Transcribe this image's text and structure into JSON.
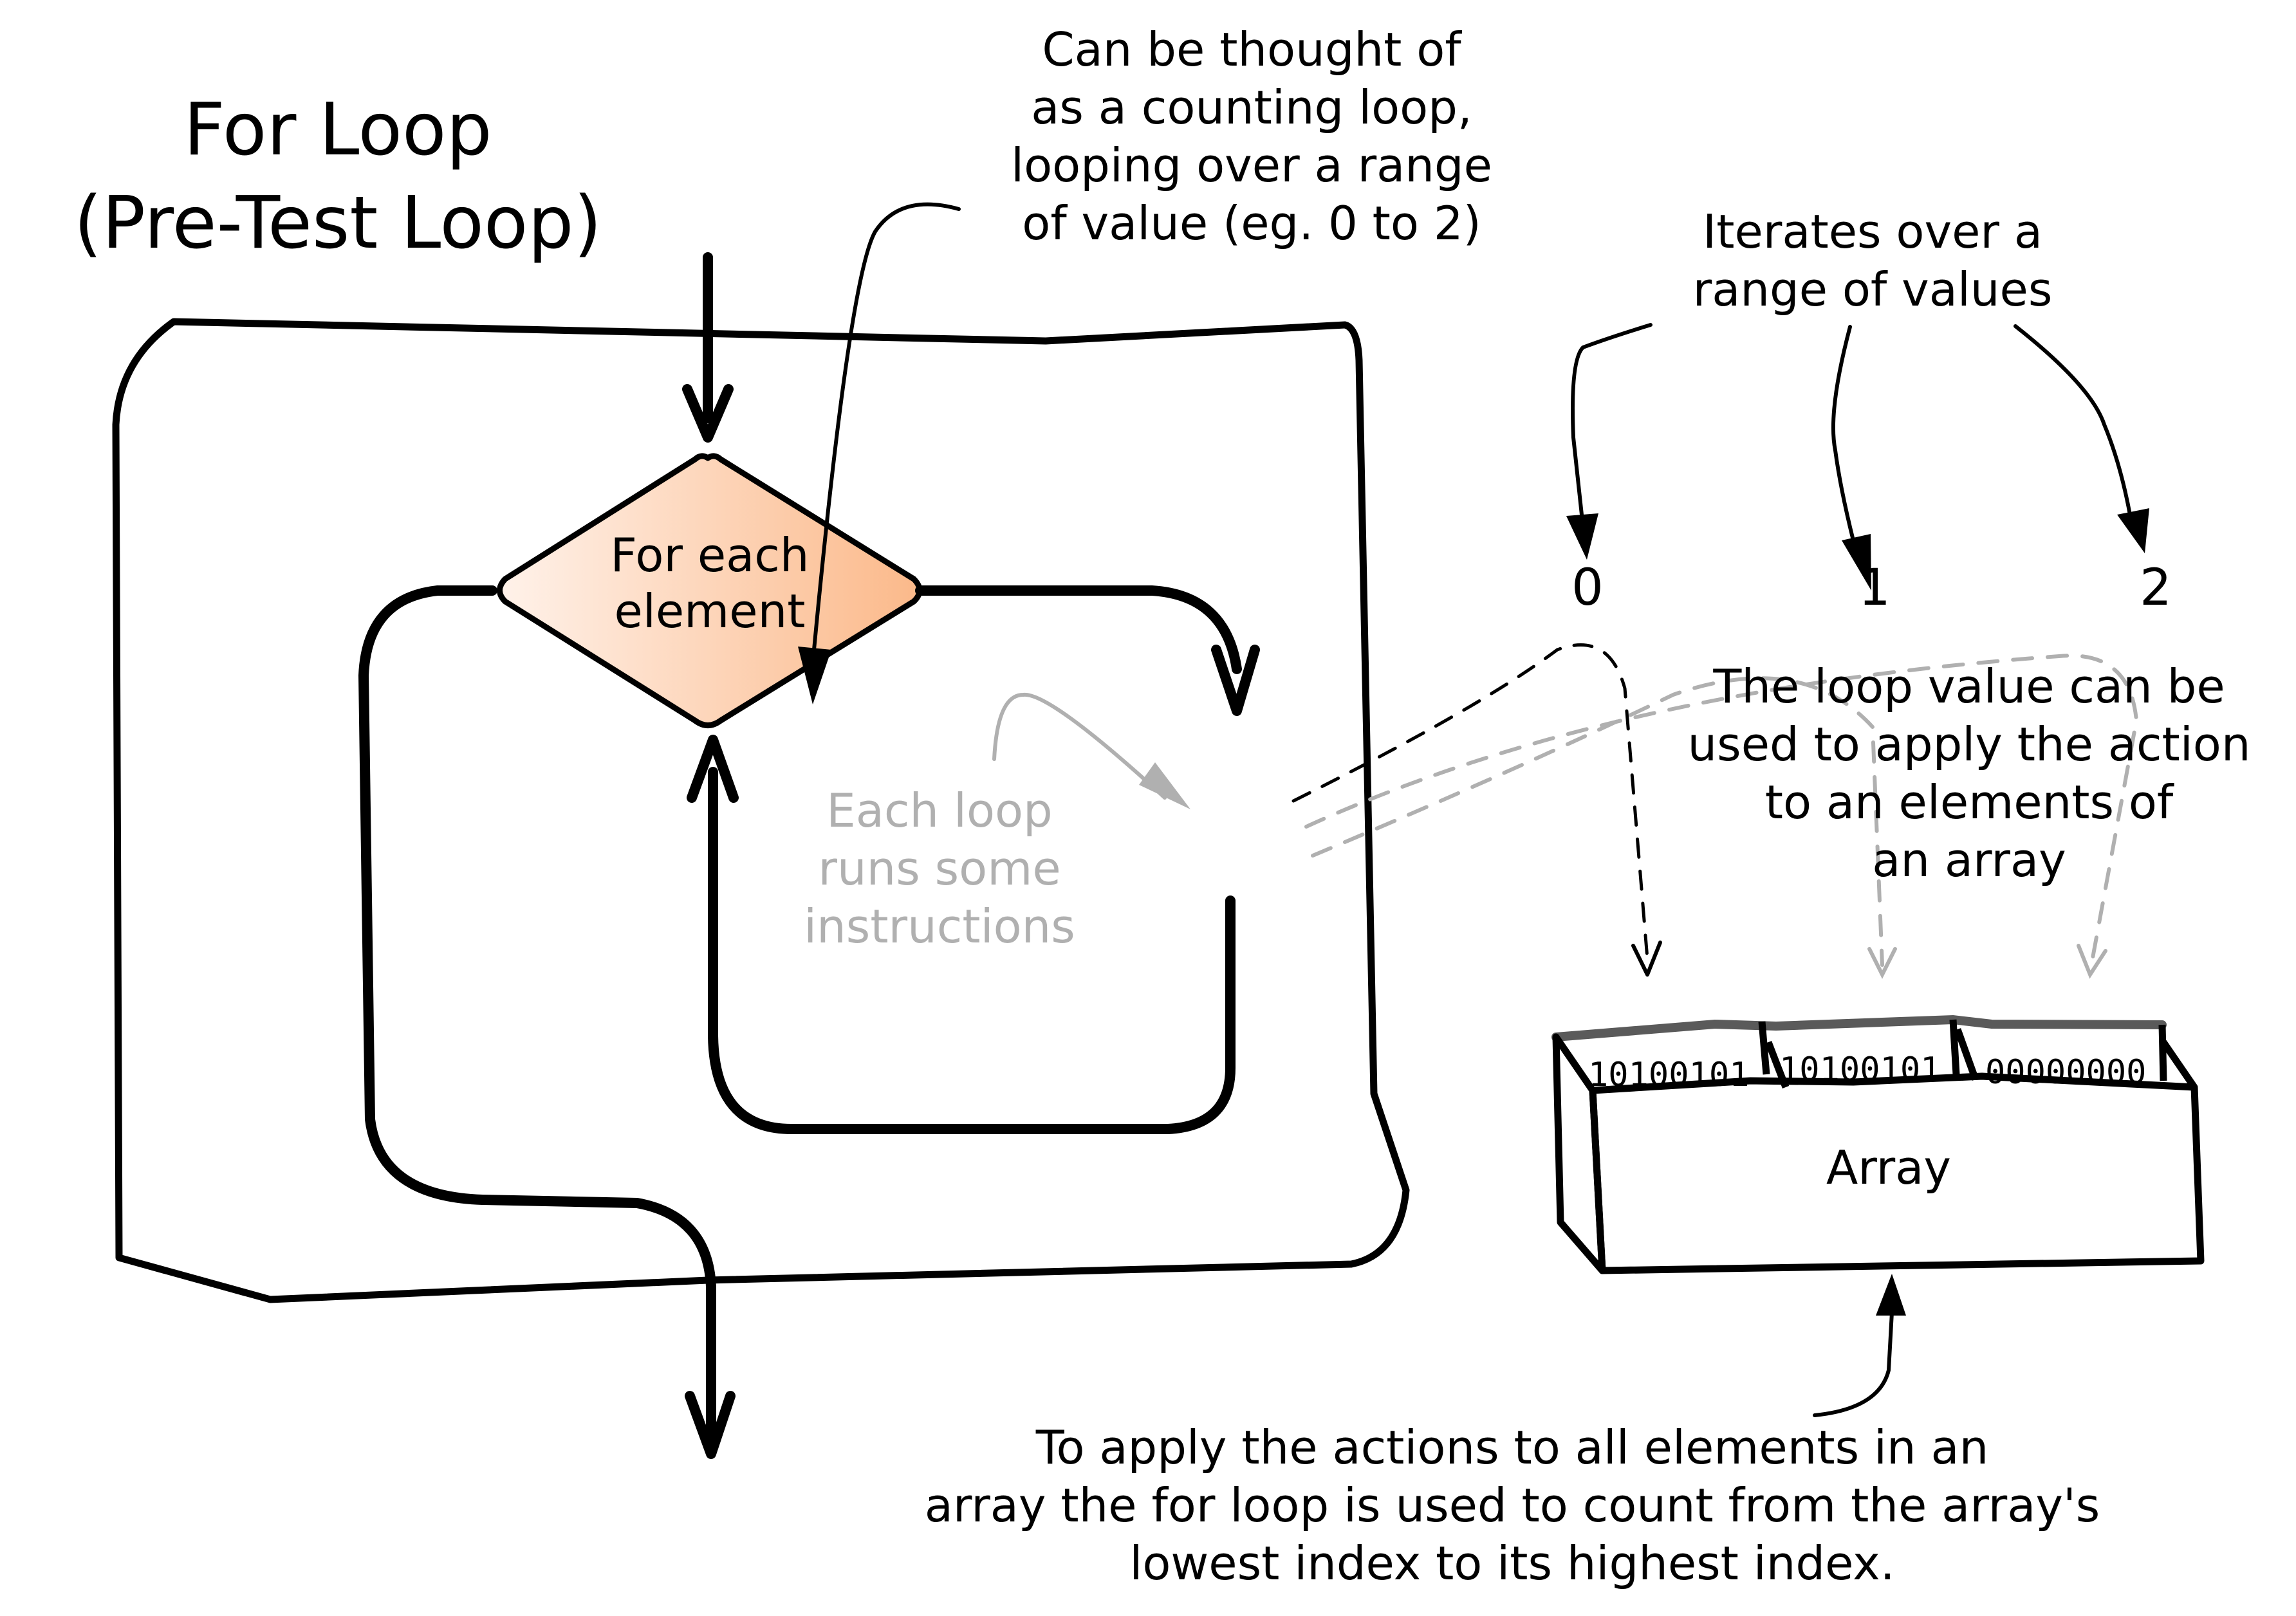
{
  "title": {
    "line1": "For Loop",
    "line2": "(Pre-Test Loop)"
  },
  "decision": {
    "line1": "For each",
    "line2": "element",
    "fill_start": "#fff2ea",
    "fill_end": "#fbb98a"
  },
  "counting_note": {
    "lines": [
      "Can be thought of",
      "as a counting loop,",
      "looping over a range",
      "of value (eg. 0 to 2)"
    ]
  },
  "body_note": {
    "lines": [
      "Each loop",
      "runs some",
      "instructions"
    ],
    "color": "#b0b0b0"
  },
  "iterates_note": {
    "lines": [
      "Iterates over a",
      "range of values"
    ]
  },
  "values": [
    "0",
    "1",
    "2"
  ],
  "loop_value_note": {
    "lines": [
      "The loop value can be",
      "used to apply the action",
      "to an elements of",
      "an array"
    ]
  },
  "array": {
    "label": "Array",
    "cells": [
      "10100101",
      "10100101",
      "00000000"
    ]
  },
  "bottom_note": {
    "lines": [
      "To apply the actions to all elements in an",
      "array the for loop is used to count from the array's",
      "lowest index to its highest index."
    ]
  }
}
